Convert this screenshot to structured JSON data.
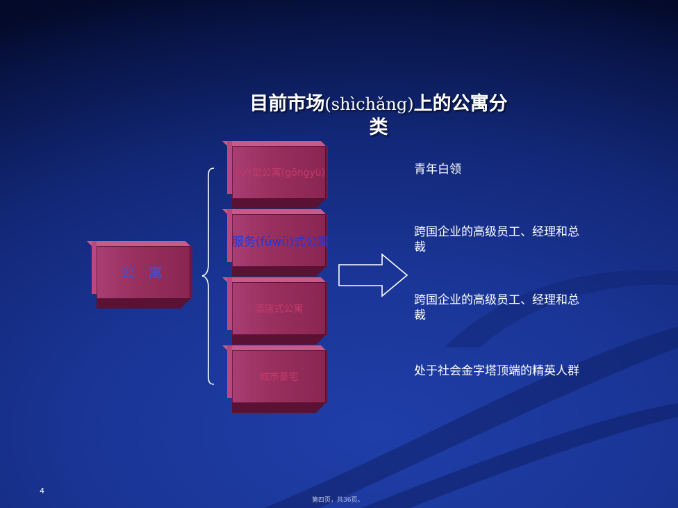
{
  "title": {
    "line1_prefix": "目前市场",
    "line1_latin": "(shìchǎng)",
    "line1_suffix": "上的公寓分",
    "line2": "类"
  },
  "main_box": {
    "label": "公 寓"
  },
  "categories": [
    {
      "label": "小户型公寓(gōngyù)"
    },
    {
      "label": "服务(fúwù)式公寓"
    },
    {
      "label": "酒店式公寓"
    },
    {
      "label": "城市豪宅"
    }
  ],
  "descriptions": [
    {
      "text": "青年白领"
    },
    {
      "text": "跨国企业的高级员工、经理和总裁"
    },
    {
      "text": "跨国企业的高级员工、经理和总裁"
    },
    {
      "text": "处于社会金字塔顶端的精英人群"
    }
  ],
  "page_number": "4",
  "footer": "第四页，共36页。",
  "colors": {
    "background": "#1a3596",
    "box_fill": "#99305f",
    "box_label_red": "#c33a6a",
    "box_label_blue": "#1a39e6",
    "text": "#ffffff"
  }
}
